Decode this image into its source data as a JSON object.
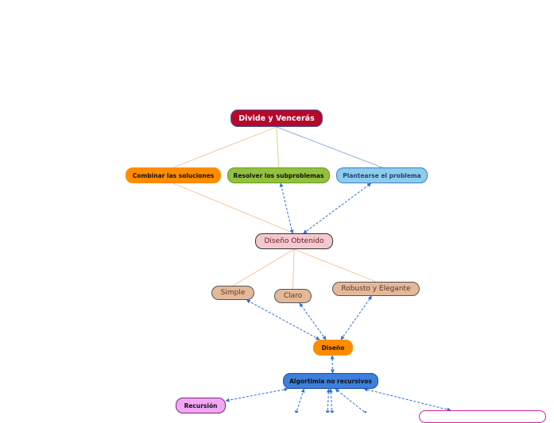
{
  "diagram": {
    "nodes": {
      "root": {
        "label": "Divide y Vencerás"
      },
      "comb": {
        "label": "Combinar las soluciones"
      },
      "resol": {
        "label": "Resolver los subproblemas"
      },
      "plant": {
        "label": "Plantearse el problema"
      },
      "disob": {
        "label": "Diseño Obtenido"
      },
      "simple": {
        "label": "Simple"
      },
      "claro": {
        "label": "Claro"
      },
      "robusto": {
        "label": "Robusto y Elegante"
      },
      "diseno": {
        "label": "Diseño"
      },
      "algo": {
        "label": "Algortimia no recursivos"
      },
      "recur": {
        "label": "Recursión"
      },
      "magenta": {
        "label": ""
      }
    },
    "tree_edges": [
      {
        "from": "root",
        "to": "comb",
        "color": "#f6c08f"
      },
      {
        "from": "root",
        "to": "resol",
        "color": "#b8e07a"
      },
      {
        "from": "root",
        "to": "plant",
        "color": "#7d9be0"
      },
      {
        "from": "comb",
        "to": "disob",
        "color": "#f6c08f"
      },
      {
        "from": "disob",
        "to": "simple",
        "color": "#f6c08f"
      },
      {
        "from": "disob",
        "to": "claro",
        "color": "#f6c08f"
      },
      {
        "from": "disob",
        "to": "robusto",
        "color": "#f6c08f"
      }
    ],
    "relation_edges": [
      {
        "from": "disob",
        "to": "resol",
        "color": "#2a6fd6"
      },
      {
        "from": "disob",
        "to": "plant",
        "color": "#2a6fd6"
      },
      {
        "from": "diseno",
        "to": "simple",
        "color": "#2a6fd6"
      },
      {
        "from": "diseno",
        "to": "claro",
        "color": "#2a6fd6"
      },
      {
        "from": "diseno",
        "to": "robusto",
        "color": "#2a6fd6"
      },
      {
        "from": "algo",
        "to": "diseno",
        "color": "#2a6fd6"
      },
      {
        "from": "algo",
        "to": "recur",
        "color": "#2a6fd6"
      },
      {
        "from": "magenta",
        "to": "algo",
        "color": "#2a6fd6"
      }
    ],
    "offscreen_relations": [
      {
        "to": "algo",
        "color": "#2a6fd6"
      },
      {
        "to": "algo",
        "color": "#2a6fd6"
      },
      {
        "to": "algo",
        "color": "#2a6fd6"
      },
      {
        "to": "algo",
        "color": "#2a6fd6"
      }
    ]
  }
}
